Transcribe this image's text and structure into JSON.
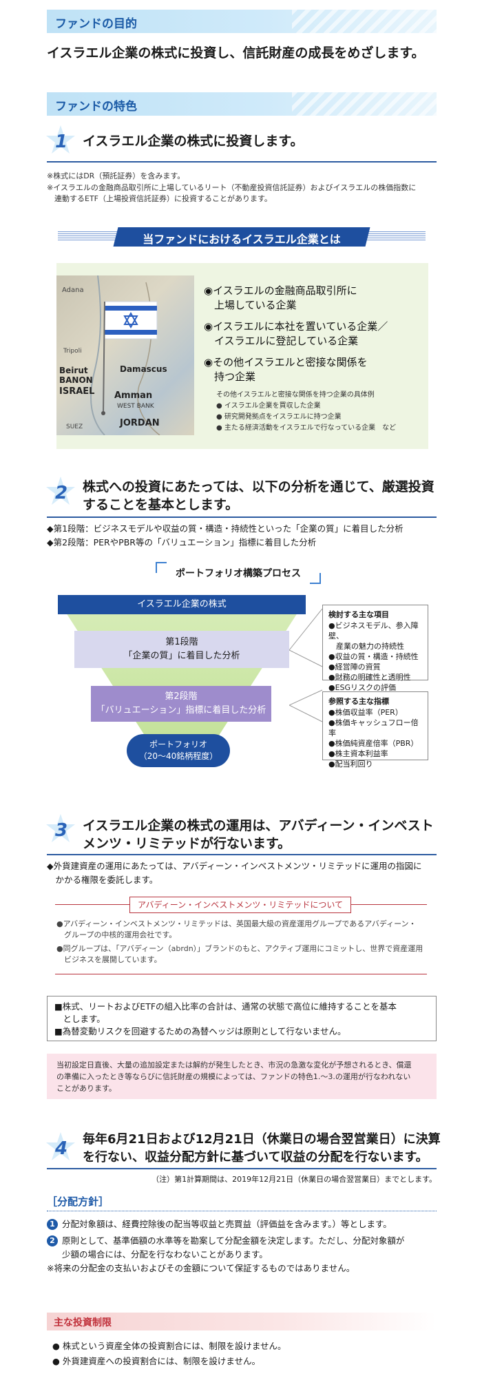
{
  "purpose": {
    "bar": "ファンドの目的",
    "text": "イスラエル企業の株式に投資し、信託財産の成長をめざします。"
  },
  "features": {
    "bar": "ファンドの特色",
    "f1": {
      "num": "1",
      "heading": "イスラエル企業の株式に投資します。",
      "notes": [
        "※株式にはDR（預託証券）を含みます。",
        "※イスラエルの金融商品取引所に上場しているリート（不動産投資信託証券）およびイスラエルの株価指数に",
        "　連動するETF（上場投資信託証券）に投資することがあります。"
      ],
      "banner": "当ファンドにおけるイスラエル企業とは",
      "items": [
        [
          "◉イスラエルの金融商品取引所に",
          "　上場している企業"
        ],
        [
          "◉イスラエルに本社を置いている企業／",
          "　イスラエルに登記している企業"
        ],
        [
          "◉その他イスラエルと密接な関係を",
          "　持つ企業"
        ]
      ],
      "sub_title": "その他イスラエルと密接な関係を持つ企業の具体例",
      "sub_items": [
        "● イスラエル企業を買収した企業",
        "● 研究開発拠点をイスラエルに持つ企業",
        "● 主たる経済活動をイスラエルで行なっている企業　など"
      ],
      "map_labels": [
        "Beirut",
        "BANON",
        "ISRAEL",
        "Damascus",
        "Amman",
        "WEST BANK",
        "JORDAN",
        "Adana",
        "Tripoli",
        "SUEZ"
      ]
    },
    "f2": {
      "num": "2",
      "heading": [
        "株式への投資にあたっては、以下の分析を通じて、厳選投資",
        "することを基本とします。"
      ],
      "stages": [
        "◆第1段階：ビジネスモデルや収益の質・構造・持続性といった「企業の質」に着目した分析",
        "◆第2段階：PERやPBR等の「バリュエーション」指標に着目した分析"
      ],
      "process_title": "ポートフォリオ構築プロセス",
      "universe": "イスラエル企業の株式",
      "stage1": [
        "第1段階",
        "「企業の質」に着目した分析"
      ],
      "stage2": [
        "第2段階",
        "「バリュエーション」指標に着目した分析"
      ],
      "portfolio": [
        "ポートフォリオ",
        "（20～40銘柄程度）"
      ],
      "box1_title": "検討する主な項目",
      "box1_items": [
        "●ビジネスモデル、参入障壁、",
        "　産業の魅力の持続性",
        "●収益の質・構造・持続性",
        "●経営陣の資質",
        "●財務の明確性と透明性",
        "●ESGリスクの評価"
      ],
      "box2_title": "参照する主な指標",
      "box2_items": [
        "●株価収益率（PER）",
        "●株価キャッシュフロー倍率",
        "●株価純資産倍率（PBR）",
        "●株主資本利益率",
        "●配当利回り"
      ]
    },
    "f3": {
      "num": "3",
      "heading": [
        "イスラエル企業の株式の運用は、アバディーン・インベスト",
        "メンツ・リミテッドが行ないます。"
      ],
      "delegation": [
        "◆外貨建資産の運用にあたっては、アバディーン・インベストメンツ・リミテッドに運用の指図に",
        "　かかる権限を委託します。"
      ],
      "about_title": "アバディーン・インベストメンツ・リミテッドについて",
      "about_items": [
        [
          "●アバディーン・インベストメンツ・リミテッドは、英国最大級の資産運用グループであるアバディーン・",
          "　グループの中核的運用会社です。"
        ],
        [
          "●同グループは、「アバディーン（abrdn）」ブランドのもと、アクティブ運用にコミットし、世界で資産運用",
          "　ビジネスを展開しています。"
        ]
      ]
    },
    "policy": [
      [
        "■株式、リートおよびETFの組入比率の合計は、通常の状態で高位に維持することを基本",
        "　とします。"
      ],
      [
        "■為替変動リスクを回避するための為替ヘッジは原則として行ないません。"
      ]
    ],
    "caution": [
      "当初設定日直後、大量の追加設定または解約が発生したとき、市況の急激な変化が予想されるとき、償還",
      "の準備に入ったとき等ならびに信託財産の規模によっては、ファンドの特色1.～3.の運用が行なわれない",
      "ことがあります。"
    ],
    "f4": {
      "num": "4",
      "heading": [
        "毎年6月21日および12月21日（休業日の場合翌営業日）に決算",
        "を行ない、収益分配方針に基づいて収益の分配を行ないます。"
      ],
      "note": "（注）第1計算期間は、2019年12月21日（休業日の場合翌営業日）までとします。",
      "policy_label": "［分配方針］",
      "p1": "分配対象額は、経費控除後の配当等収益と売買益（評価益を含みます。）等とします。",
      "p2": [
        "原則として、基準価額の水準等を勘案して分配金額を決定します。ただし、分配対象額が",
        "少額の場合には、分配を行なわないことがあります。"
      ],
      "p1_num": "1",
      "p2_num": "2",
      "disclaimer": "※将来の分配金の支払いおよびその金額について保証するものではありません。"
    }
  },
  "restrictions": {
    "bar": "主な投資制限",
    "items": [
      "● 株式という資産全体の投資割合には、制限を設けません。",
      "● 外貨建資産への投資割合には、制限を設けません。"
    ]
  },
  "colors": {
    "accent_blue": "#1e5aa8",
    "orange": "#e8782a",
    "pink": "#fbe3ea",
    "green_panel": "#eef5e2"
  }
}
